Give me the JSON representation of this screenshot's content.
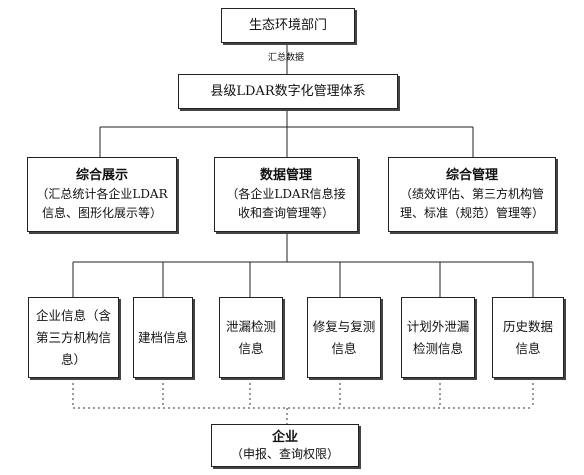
{
  "top": {
    "title": "生态环境部门"
  },
  "edge_label": "汇总数据",
  "system": {
    "title": "县级LDAR数字化管理体系"
  },
  "modules": [
    {
      "title": "综合展示",
      "desc": "（汇总统计各企业LDAR信息、图形化展示等）"
    },
    {
      "title": "数据管理",
      "desc": "（各企业LDAR信息接收和查询管理等）"
    },
    {
      "title": "综合管理",
      "desc": "（绩效评估、第三方机构管理、标准（规范）管理等）"
    }
  ],
  "info_items": [
    {
      "label": "企业信息（含第三方机构信息）"
    },
    {
      "label": "建档信息"
    },
    {
      "label": "泄漏检测信息"
    },
    {
      "label": "修复与复测信息"
    },
    {
      "label": "计划外泄漏检测信息"
    },
    {
      "label": "历史数据信息"
    }
  ],
  "enterprise": {
    "title": "企业",
    "desc": "（申报、查询权限）"
  },
  "colors": {
    "line": "#222222",
    "box_border": "#222222",
    "shadow": "#444444"
  }
}
